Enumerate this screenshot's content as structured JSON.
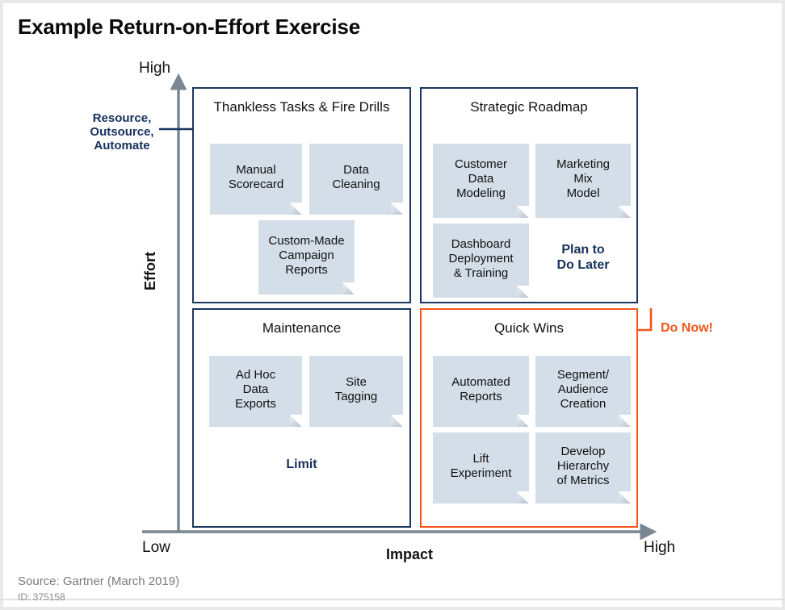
{
  "slide": {
    "title": "Example Return-on-Effort Exercise",
    "footer": {
      "source": "Source: Gartner (March 2019)",
      "id": "ID: 375158"
    }
  },
  "axes": {
    "y_axis_label": "Effort",
    "y_axis_high": "High",
    "x_axis_label": "Impact",
    "x_axis_low": "Low",
    "x_axis_high": "High"
  },
  "callouts": {
    "left": "Resource,\nOutsource,\nAutomate",
    "left_line1": "Resource,",
    "left_line2": "Outsource,",
    "left_line3": "Automate",
    "right": "Do Now!"
  },
  "colors": {
    "navy": "#1b3761",
    "orange": "#f4561a",
    "card_fill": "#d4dee8",
    "axis_gray": "#7a8691",
    "source_gray": "#7b7b7b"
  },
  "chart_data": {
    "type": "scatter",
    "title": "Example Return-on-Effort Exercise",
    "xlabel": "Impact",
    "ylabel": "Effort",
    "xticks": [
      "Low",
      "High"
    ],
    "yticks": [
      "High"
    ],
    "grid": false,
    "legend": "none",
    "quadrants": [
      {
        "id": "top-left",
        "title": "Thankless Tasks & Fire Drills",
        "x_range": "low",
        "y_range": "high",
        "border_color": "#1b3761",
        "note": "",
        "annotation": "Resource, Outsource, Automate",
        "items": [
          "Manual Scorecard",
          "Data Cleaning",
          "Custom-Made Campaign Reports"
        ]
      },
      {
        "id": "top-right",
        "title": "Strategic Roadmap",
        "x_range": "high",
        "y_range": "high",
        "border_color": "#1b3761",
        "note": "Plan to\nDo Later",
        "annotation": "",
        "items": [
          "Customer Data Modeling",
          "Marketing Mix Model",
          "Dashboard Deployment & Training"
        ]
      },
      {
        "id": "bottom-left",
        "title": "Maintenance",
        "x_range": "low",
        "y_range": "low",
        "border_color": "#1b3761",
        "note": "Limit",
        "annotation": "",
        "items": [
          "Ad Hoc Data Exports",
          "Site Tagging"
        ]
      },
      {
        "id": "bottom-right",
        "title": "Quick Wins",
        "x_range": "high",
        "y_range": "low",
        "border_color": "#f4561a",
        "note": "",
        "annotation": "Do Now!",
        "items": [
          "Automated Reports",
          "Segment/ Audience Creation",
          "Lift Experiment",
          "Develop Hierarchy of Metrics"
        ]
      }
    ]
  },
  "quadrants": {
    "top_left": {
      "title": "Thankless Tasks & Fire Drills",
      "cards": [
        {
          "label": "Manual\nScorecard"
        },
        {
          "label": "Data\nCleaning"
        },
        {
          "label": "Custom-Made\nCampaign\nReports"
        }
      ]
    },
    "top_right": {
      "title": "Strategic Roadmap",
      "note": "Plan to\nDo Later",
      "cards": [
        {
          "label": "Customer\nData\nModeling"
        },
        {
          "label": "Marketing\nMix\nModel"
        },
        {
          "label": "Dashboard\nDeployment\n& Training"
        }
      ]
    },
    "bottom_left": {
      "title": "Maintenance",
      "note": "Limit",
      "cards": [
        {
          "label": "Ad Hoc\nData\nExports"
        },
        {
          "label": "Site\nTagging"
        }
      ]
    },
    "bottom_right": {
      "title": "Quick Wins",
      "cards": [
        {
          "label": "Automated\nReports"
        },
        {
          "label": "Segment/\nAudience\nCreation"
        },
        {
          "label": "Lift\nExperiment"
        },
        {
          "label": "Develop\nHierarchy\nof Metrics"
        }
      ]
    }
  }
}
